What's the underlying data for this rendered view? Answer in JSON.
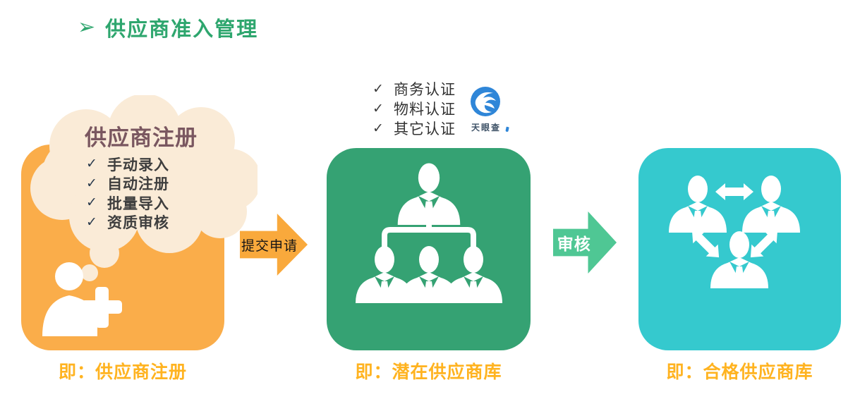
{
  "glyphs": {
    "bullet": "➢",
    "check": "✓"
  },
  "header": {
    "title": "供应商准入管理"
  },
  "stage1": {
    "bubble_title": "供应商注册",
    "bubble_items": [
      "手动录入",
      "自动注册",
      "批量导入",
      "资质审核"
    ],
    "caption": "即：供应商注册"
  },
  "arrow1": {
    "label": "提交申请"
  },
  "stage2": {
    "cert_items": [
      "商务认证",
      "物料认证",
      "其它认证"
    ],
    "logo_text": "天眼查",
    "caption": "即：潜在供应商库"
  },
  "arrow2": {
    "label": "审核"
  },
  "stage3": {
    "caption": "即：合格供应商库"
  },
  "colors": {
    "title_green": "#2EA66E",
    "orange_card": "#FAAD4A",
    "orange_arrow": "#F9A93C",
    "green_card": "#35A273",
    "mint_arrow": "#4FC794",
    "teal_card": "#35C9CE",
    "cream_bubble": "#FAEBD7",
    "gold_caption": "#FFB320",
    "plum_title": "#7A5760",
    "logo_blue": "#2F86D8"
  }
}
